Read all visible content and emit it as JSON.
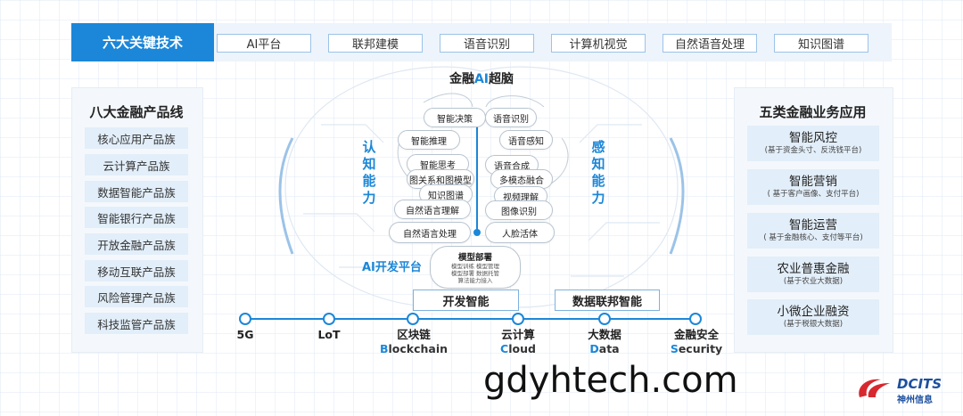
{
  "header": {
    "title": "六大关键技术",
    "techs": [
      "AI平台",
      "联邦建模",
      "语音识别",
      "计算机视觉",
      "自然语音处理",
      "知识图谱"
    ]
  },
  "left_panel": {
    "title": "八大金融产品线",
    "items": [
      "核心应用产品族",
      "云计算产品族",
      "数据智能产品族",
      "智能银行产品族",
      "开放金融产品族",
      "移动互联产品族",
      "风险管理产品族",
      "科技监管产品族"
    ]
  },
  "right_panel": {
    "title": "五类金融业务应用",
    "items": [
      {
        "name": "智能风控",
        "note": "(基于资金头寸、反洗钱平台)"
      },
      {
        "name": "智能营销",
        "note": "( 基于客户画像、支付平台)"
      },
      {
        "name": "智能运营",
        "note": "( 基于金融核心、支付等平台)"
      },
      {
        "name": "农业普惠金融",
        "note": "(基于农业大数据)"
      },
      {
        "name": "小微企业融资",
        "note": "(基于税银大数据)"
      }
    ]
  },
  "brain": {
    "title_pre": "金融",
    "title_hl": "AI",
    "title_post": "超脑",
    "cognitive_label": "认知能力",
    "perceptual_label": "感知能力",
    "left_bubbles": [
      "智能决策",
      "智能推理",
      "智能思考",
      "图关系和图模型",
      "知识图谱",
      "自然语言理解",
      "自然语言处理"
    ],
    "right_bubbles": [
      "语音识别",
      "语音感知",
      "语音合成",
      "多模态融合",
      "视频理解",
      "图像识别",
      "人脸活体"
    ],
    "platform_label": "AI开发平台",
    "deploy_title": "模型部署",
    "deploy_notes": [
      "模型训练  模型管理",
      "模型部署  数据托管",
      "算法能力接入"
    ],
    "dev_box": "开发智能",
    "fed_box": "数据联邦智能"
  },
  "timeline": [
    {
      "label": "5G",
      "en": ""
    },
    {
      "label": "LoT",
      "en": ""
    },
    {
      "label": "区块链",
      "en_initial": "B",
      "en_rest": "lockchain"
    },
    {
      "label": "云计算",
      "en_initial": "C",
      "en_rest": "loud"
    },
    {
      "label": "大数据",
      "en_initial": "D",
      "en_rest": "ata"
    },
    {
      "label": "金融安全",
      "en_initial": "S",
      "en_rest": "ecurity"
    }
  ],
  "watermark": "gdyhtech.com",
  "logo": {
    "name": "DCITS",
    "sub": "神州信息"
  },
  "colors": {
    "accent": "#1c87d8",
    "panel_bg": "#f4f8fc",
    "item_bg": "#e2eef9"
  }
}
